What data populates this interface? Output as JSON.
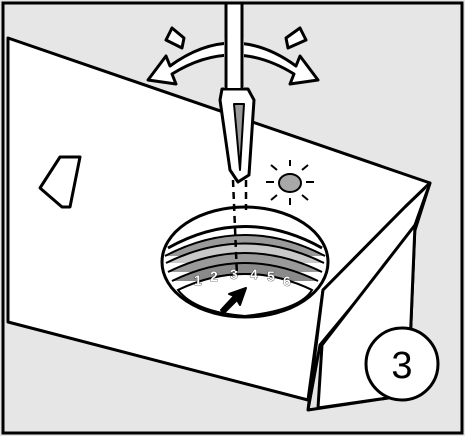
{
  "diagram": {
    "step_number": "3",
    "dial_labels": [
      "1",
      "2",
      "3",
      "4",
      "5",
      "6"
    ]
  },
  "icons": {
    "screwdriver": "screwdriver-icon",
    "rotate_arrow": "rotate-both-ways-arrow-icon",
    "indicator_light": "indicator-light-icon",
    "pointer_arrow": "pointer-arrow-icon",
    "knockout": "trapezoid-knockout-icon"
  }
}
